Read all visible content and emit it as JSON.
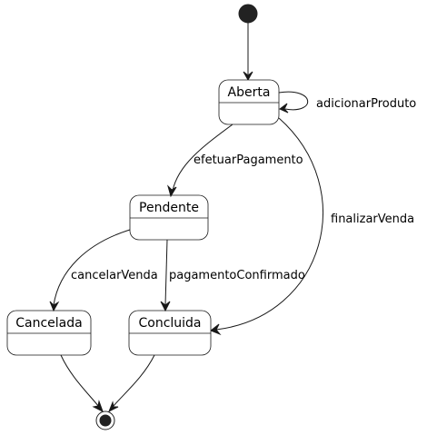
{
  "states": {
    "aberta": "Aberta",
    "pendente": "Pendente",
    "cancelada": "Cancelada",
    "concluida": "Concluida"
  },
  "transitions": {
    "adicionarProduto": "adicionarProduto",
    "efetuarPagamento": "efetuarPagamento",
    "finalizarVenda": "finalizarVenda",
    "cancelarVenda": "cancelarVenda",
    "pagamentoConfirmado": "pagamentoConfirmado"
  }
}
